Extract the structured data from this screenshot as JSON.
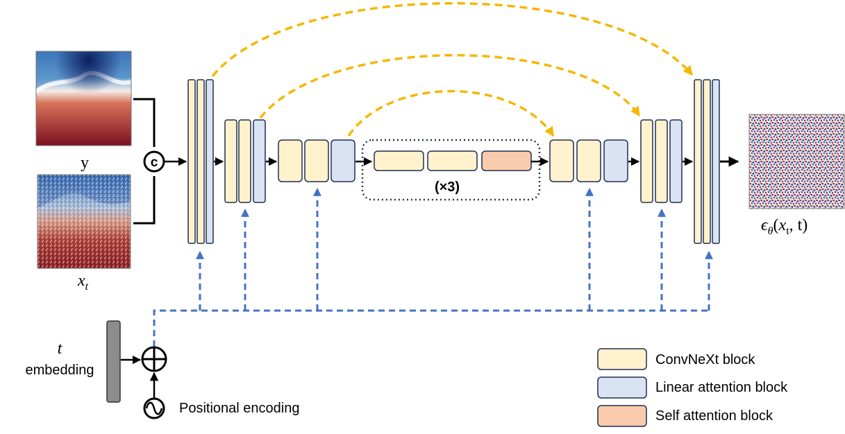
{
  "labels": {
    "y_input": "y",
    "concat_symbol": "c",
    "xt_base": "x",
    "xt_sub": "t",
    "repeat": "(×3)",
    "output_eps": "ϵ",
    "output_theta": "θ",
    "output_args_open": "(",
    "output_x": "x",
    "output_x_sub": "t",
    "output_args_rest": ", t)",
    "t_symbol": "t",
    "embedding": "embedding",
    "positional_encoding": "Positional encoding"
  },
  "legend": [
    {
      "label": "ConvNeXt block",
      "color": "#FFF2CC"
    },
    {
      "label": "Linear attention block",
      "color": "#DAE3F3"
    },
    {
      "label": "Self attention block",
      "color": "#F8CBAD"
    }
  ],
  "colors": {
    "convnext": "#FFF2CC",
    "linear_attention": "#DAE3F3",
    "self_attention": "#F8CBAD",
    "block_stroke": "#1F2D4F",
    "skip_arrow": "#F5B700",
    "time_arrow": "#4472C4",
    "embedding_bar": "#8C8C8C"
  }
}
